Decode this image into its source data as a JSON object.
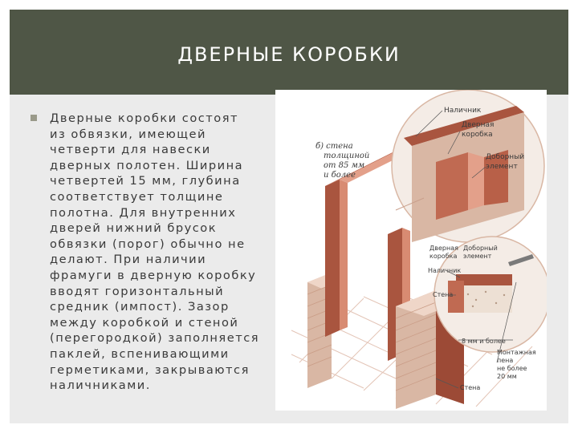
{
  "title": "ДВЕРНЫЕ КОРОБКИ",
  "body": {
    "lines": [
      "Дверные коробки состоят",
      "из обвязки, имеющей",
      "четверти для навески",
      "дверных полотен. Ширина",
      "четвертей 15 мм, глубина",
      "соответствует толщине",
      "полотна. Для внутренних",
      "дверей нижний брусок",
      "обвязки (порог) обычно не",
      "делают. При наличии",
      "фрамуги в дверную коробку",
      "вводят горизонтальный",
      "средник (импост). Зазор",
      "между коробкой и стеной",
      "(перегородкой) заполняется",
      "паклей, вспенивающими",
      "герметиками, закрываются",
      "наличниками."
    ]
  },
  "illustration": {
    "label_b": "б) стена",
    "label_b2": "толщиной",
    "label_b3": "от 85 мм",
    "label_b4": "и более",
    "top_labels": {
      "nalichnik": "Наличник",
      "dvernaya_korobka_1": "Дверная",
      "dvernaya_korobka_2": "коробка",
      "dobornyi_1": "Доборный",
      "dobornyi_2": "элемент"
    },
    "detail_labels": {
      "dvernaya_1": "Дверная",
      "dvernaya_2": "коробка",
      "dobornyi_1": "Доборный",
      "dobornyi_2": "элемент",
      "nalichnik": "Наличник",
      "stena": "Стена",
      "width": "8 мм и более",
      "gap_1": "Монтажная",
      "gap_2": "пена",
      "gap_3": "не более",
      "gap_4": "20 мм",
      "stena_bottom": "Стена"
    },
    "colors": {
      "frame": "#a9553f",
      "frame_light": "#d88b72",
      "wall": "#d9b7a4",
      "wall_dark": "#9c4a36",
      "tile_line": "#e3c4b6"
    }
  }
}
